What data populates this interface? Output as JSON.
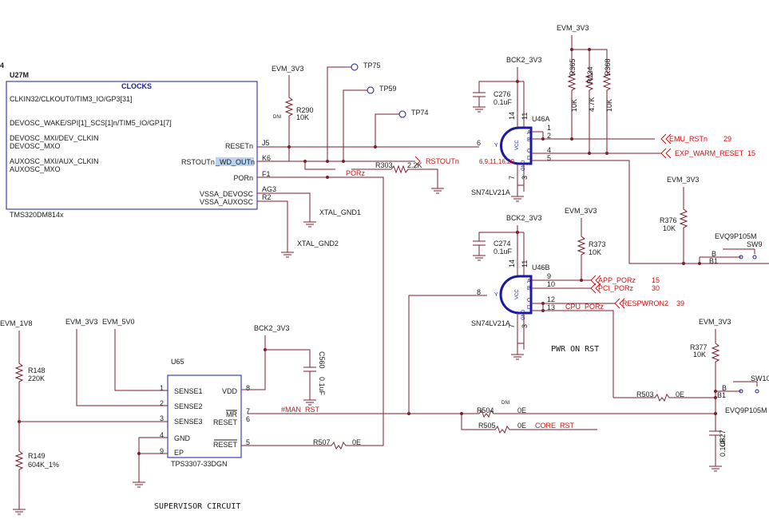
{
  "u27m": {
    "partial_ref": "4",
    "ref": "U27M",
    "section": "CLOCKS",
    "part": "TMS320DM814x",
    "pins_left": [
      "CLKIN32/CLKOUT0/TIM3_IO/GP3[31]",
      "DEVOSC_WAKE/SPI[1]_SCS[1]n/TIM5_IO/GP1[7]",
      "DEVOSC_MXI/DEV_CLKIN",
      "DEVOSC_MXO",
      "AUXOSC_MXI/AUX_CLKIN",
      "AUXOSC_MXO"
    ],
    "pin_reset": "RESETn",
    "pin_rstout_a": "RSTOUTn",
    "pin_rstout_b": "_WD_OUTn",
    "pin_por": "PORn",
    "pin_vssa_dev": "VSSA_DEVOSC",
    "pin_vssa_aux": "VSSA_AUXOSC",
    "ball_j5": "J5",
    "ball_k6": "K6",
    "ball_f1": "F1",
    "ball_ag3": "AG3",
    "ball_r2": "R2"
  },
  "top": {
    "evm3v3_a": "EVM_3V3",
    "r290": "R290",
    "r290_val": "10K",
    "dni_a": "DNI",
    "tp75": "TP75",
    "tp59": "TP59",
    "tp74": "TP74",
    "porz": "PORz",
    "r303": "R303",
    "r303_val": "2.2K",
    "rstoutn": "RSTOUTn",
    "xtal_gnd1": "XTAL_GND1",
    "xtal_gnd2": "XTAL_GND2"
  },
  "u46a": {
    "bck2": "BCK2_3V3",
    "c276": "C276",
    "c276_val": "0.1uF",
    "ref": "U46A",
    "part": "SN74LV21A",
    "pin14": "14",
    "pin11": "11",
    "pin6": "6",
    "pin1": "1",
    "pin2": "2",
    "pin4": "4",
    "pin5": "5",
    "pin7": "7",
    "pin3": "3",
    "pins_nc": "6,9,11,16,20",
    "lab_a": "A",
    "lab_b": "B",
    "lab_c": "C",
    "lab_d": "D",
    "lab_y": "Y",
    "lab_vcc": "VCC",
    "lab_gnd": "GND"
  },
  "rightnets": {
    "evm3v3_top": "EVM_3V3",
    "r365": "R365",
    "r365_val": "10K",
    "r134": "R134",
    "r134_val": "4.7K",
    "r368": "R368",
    "r368_val": "10K",
    "emu_rstn": "EMU_RSTn",
    "emu_page": "29",
    "exp_warm": "EXP_WARM_RESET",
    "exp_page": "15",
    "evm3v3_b": "EVM_3V3",
    "r376": "R376",
    "r376_val": "10K",
    "sw9_part": "EVQ9P105M",
    "sw9": "SW9",
    "b": "B",
    "b1": "B1"
  },
  "u46b": {
    "bck2": "BCK2_3V3",
    "c274": "C274",
    "c274_val": "0.1uF",
    "ref": "U46B",
    "part": "SN74LV21A",
    "evm3v3": "EVM_3V3",
    "r373": "R373",
    "r373_val": "10K",
    "pin14": "14",
    "pin11": "11",
    "pin8": "8",
    "pin9": "9",
    "pin10": "10",
    "pin12": "12",
    "pin13": "13",
    "pin7": "7",
    "pin3": "3",
    "app_porz": "APP_PORz",
    "app_page": "15",
    "pci_porz": "PCI_PORz",
    "pci_page": "30",
    "cpu_porz": "CPU_PORz",
    "respwron": "RESPWRON2",
    "resp_page": "39",
    "lab_a": "A",
    "lab_b": "B",
    "lab_c": "C",
    "lab_d": "D",
    "lab_y": "Y",
    "lab_vcc": "VCC",
    "lab_gnd": "GND"
  },
  "pwr": {
    "title": "PWR ON RST",
    "r503": "R503",
    "r503_val": "0E",
    "evm3v3": "EVM_3V3",
    "r377": "R377",
    "r377_val": "10K",
    "sw10": "SW10",
    "sw10_part": "EVQ9P105M",
    "c827": "C827",
    "c827_val": "0.1uF",
    "b": "B",
    "b1": "B1",
    "r504": "R504",
    "r504_val": "0E",
    "dni": "DNI",
    "r505": "R505",
    "r505_val": "0E",
    "core_rst": "CORE_RST"
  },
  "supervisor": {
    "title": "SUPERVISOR CIRCUIT",
    "evm1v8": "EVM_1V8",
    "r148": "R148",
    "r148_val": "220K",
    "r149": "R149",
    "r149_val": "604K_1%",
    "evm3v3": "EVM_3V3",
    "evm5v0": "EVM_5V0",
    "bck2": "BCK2_3V3",
    "c560": "C560",
    "c560_val": "0.1uF",
    "u65": "U65",
    "part": "TPS3307-33DGN",
    "sense1": "SENSE1",
    "sense2": "SENSE2",
    "sense3": "SENSE3",
    "gnd": "GND",
    "ep": "EP",
    "vdd": "VDD",
    "mr": "MR",
    "reset": "RESET",
    "resetn": "RESET",
    "p1": "1",
    "p2": "2",
    "p3": "3",
    "p4": "4",
    "p9": "9",
    "p8": "8",
    "p7": "7",
    "p6": "6",
    "p5": "5",
    "man_rst": "#MAN_RST",
    "r507": "R507",
    "r507_val": "0E"
  }
}
